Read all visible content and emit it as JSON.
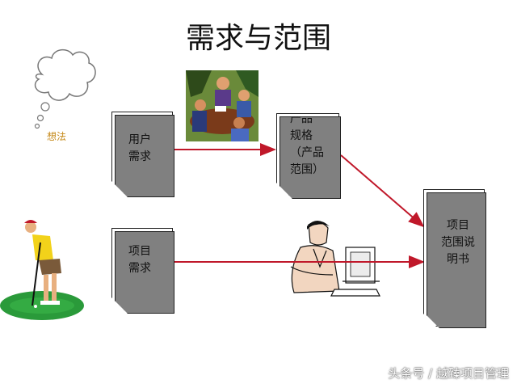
{
  "title": "需求与范围",
  "thought_label": "想法",
  "boxes": {
    "user_req": "用户\n需求",
    "product_spec": "产品\n规格\n（产品\n范围）",
    "project_req": "项目\n需求",
    "scope_statement": "项目\n范围说\n明书"
  },
  "watermark": "头条号 / 越臻项目管理",
  "colors": {
    "arrow": "#c0182a",
    "box_fill": "#808080"
  },
  "icons": [
    "thought-bubble-icon",
    "meeting-clipart-icon",
    "golfer-clipart-icon",
    "computer-user-clipart-icon"
  ]
}
